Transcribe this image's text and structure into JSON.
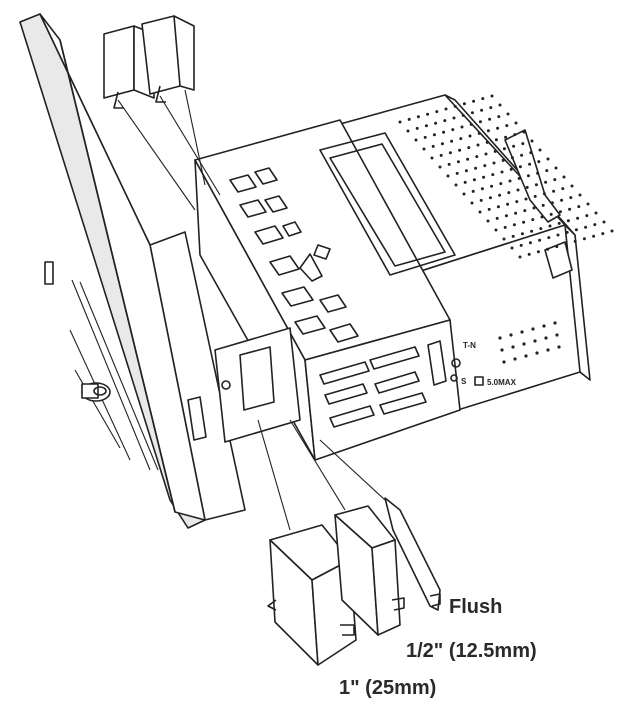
{
  "labels": {
    "flush": "Flush",
    "half_inch": "1/2\" (12.5mm)",
    "one_inch": "1\" (25mm)"
  },
  "unit_markings": {
    "tn": "T-N",
    "s": "S",
    "max": "5.0MAX"
  },
  "colors": {
    "ink": "#222222",
    "background": "#ffffff",
    "screen_shade": "#e9e9e9"
  }
}
